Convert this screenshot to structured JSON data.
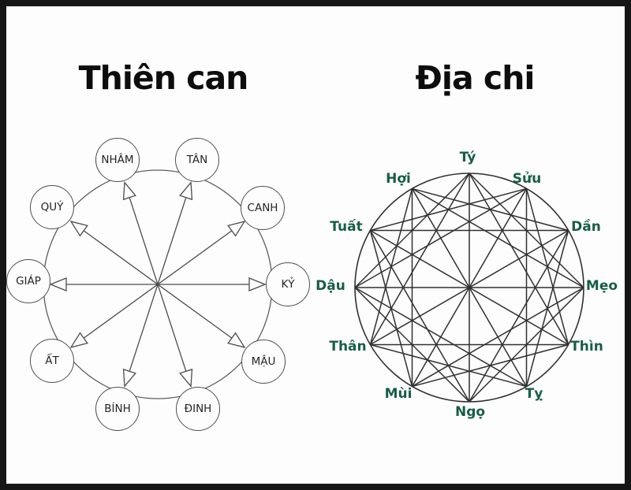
{
  "frame": {
    "background": "#fdfdfd",
    "border_color": "#161616"
  },
  "left_panel": {
    "title": "Thiên can",
    "stems": [
      "GIÁP",
      "ẤT",
      "BÍNH",
      "ĐINH",
      "MẬU",
      "KỶ",
      "CANH",
      "TÂN",
      "NHÂM",
      "QUÝ"
    ],
    "arrow_pairs": [
      [
        0,
        5
      ],
      [
        1,
        6
      ],
      [
        2,
        7
      ],
      [
        3,
        8
      ],
      [
        4,
        9
      ]
    ]
  },
  "right_panel": {
    "title": "Địa chi",
    "label_color": "#175e45",
    "branches": [
      "Tý",
      "Sửu",
      "Dần",
      "Mẹo",
      "Thìn",
      "Tỵ",
      "Ngọ",
      "Mùi",
      "Thân",
      "Dậu",
      "Tuất",
      "Hợi"
    ],
    "diameter_pairs": [
      [
        0,
        6
      ],
      [
        1,
        7
      ],
      [
        2,
        8
      ],
      [
        3,
        9
      ],
      [
        4,
        10
      ],
      [
        5,
        11
      ]
    ],
    "triangle_groups": [
      [
        0,
        4,
        8
      ],
      [
        1,
        5,
        9
      ],
      [
        2,
        6,
        10
      ],
      [
        3,
        7,
        11
      ]
    ],
    "square_groups": [
      [
        0,
        3,
        6,
        9
      ],
      [
        1,
        4,
        7,
        10
      ],
      [
        2,
        5,
        8,
        11
      ]
    ]
  }
}
